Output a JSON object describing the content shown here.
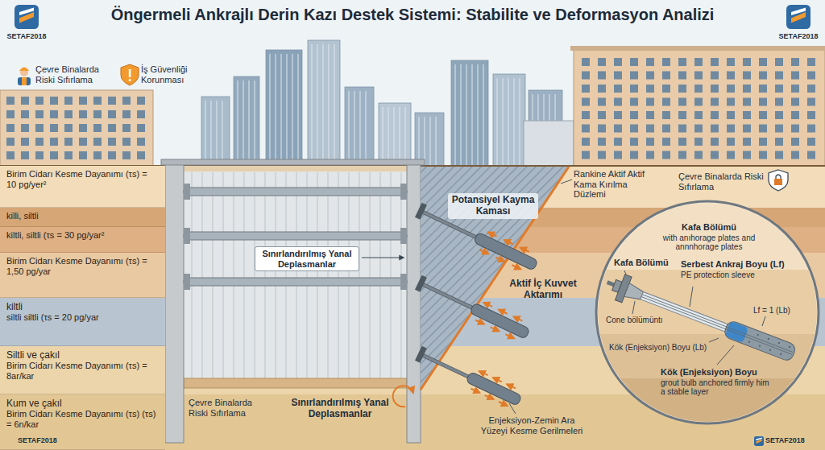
{
  "diagram": {
    "title": "Öngermeli Ankrajlı Derin Kazı Destek Sistemi: Stabilite ve Deformasyon Analizi",
    "nodes": [
      {
        "text": [
          "Birim Cidarı Kesme Dayanımı (τs) = 10 pg/yer²"
        ]
      },
      {
        "text": [
          "killi, siltli"
        ]
      },
      {
        "text": [
          "kiltli, siltli (τs = 30 pg/yar²"
        ]
      },
      {
        "text": [
          "Birim Cidarı Kesme Dayanımı (τs) = 1,50 pg/yar"
        ]
      },
      {
        "text": [
          "kiltli",
          "siltli siltli (τs = 20 pg/yar"
        ]
      },
      {
        "text": [
          "Siltli ve çakıl",
          "Birim Cidarı Kesme Dayanımı (τs) = 8ar/kar"
        ]
      },
      {
        "text": [
          "Kum ve çakıl",
          "Birim Cidarı Kesme Dayanımı (τs) (τs) = 6n/kar"
        ]
      }
    ],
    "labels": [
      "SETAF2018",
      "SETAF2018",
      "Çevre Binalarda Riski Sıfırlama",
      "İş Güvenliği Korunması",
      "Potansiyel Kayma Kaması",
      "Rankine Aktif Aktif Kama Kırılma Düzlemi",
      "Çevre Binalarda Riski Sıfırlama",
      "Sınırlandırılmış Yanal Deplasmanlar",
      "Kafa Bölümü",
      "with anıhorage plates and annnhorage plates",
      "Kafa Bölümü",
      "Serbest Ankraj Boyu (Lf)",
      "PE protection sleeve",
      "Aktif İç Kuvvet Aktarımı",
      "Cone bölümüntı",
      "Lf = 1 (Lb)",
      "Kök (Enjeksiyon) Boyu (Lb)",
      "Kök (Enjeksiyon) Boyu",
      "grout bulb anchored firmly him a stable layer",
      "Çevre Binalarda Riski Sıfırlama",
      "Sınırlandırılmış Yanal Deplasmanlar",
      "Enjeksiyon-Zemin Ara Yüzeyi Kesme Gerilmeleri",
      "SETAF2018",
      "SETAF2018"
    ]
  }
}
